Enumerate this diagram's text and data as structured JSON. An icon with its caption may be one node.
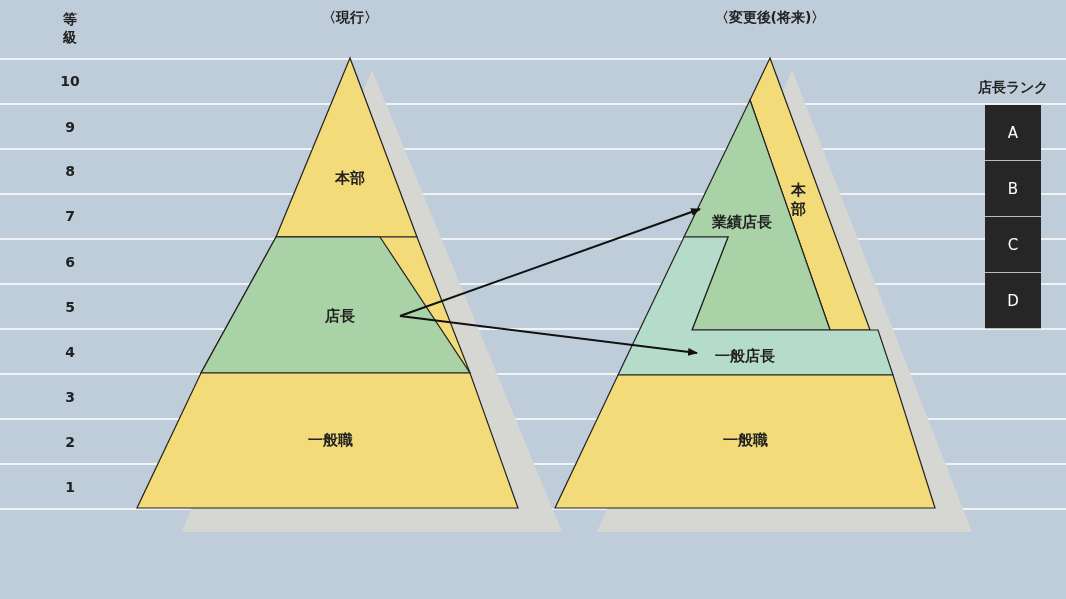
{
  "diagram": {
    "nodes": [
      {
        "text": [
          "本部"
        ]
      },
      {
        "text": [
          "店長"
        ]
      },
      {
        "text": [
          "一般職"
        ]
      },
      {
        "text": [
          "本部"
        ]
      },
      {
        "text": [
          "業績店長"
        ]
      },
      {
        "text": [
          "一般店長"
        ]
      },
      {
        "text": [
          "一般職"
        ]
      },
      {
        "text": [
          "A"
        ]
      },
      {
        "text": [
          "B"
        ]
      },
      {
        "text": [
          "C"
        ]
      },
      {
        "text": [
          "D"
        ]
      }
    ],
    "edges": [
      {
        "from": 1,
        "to": 4,
        "arrow": "to"
      },
      {
        "from": 1,
        "to": 5,
        "arrow": "to"
      }
    ],
    "labels": [
      "等級",
      "10",
      "9",
      "8",
      "7",
      "6",
      "5",
      "4",
      "3",
      "2",
      "1",
      "〈現行〉",
      "〈変更後(将来)〉",
      "店長ランク"
    ]
  }
}
